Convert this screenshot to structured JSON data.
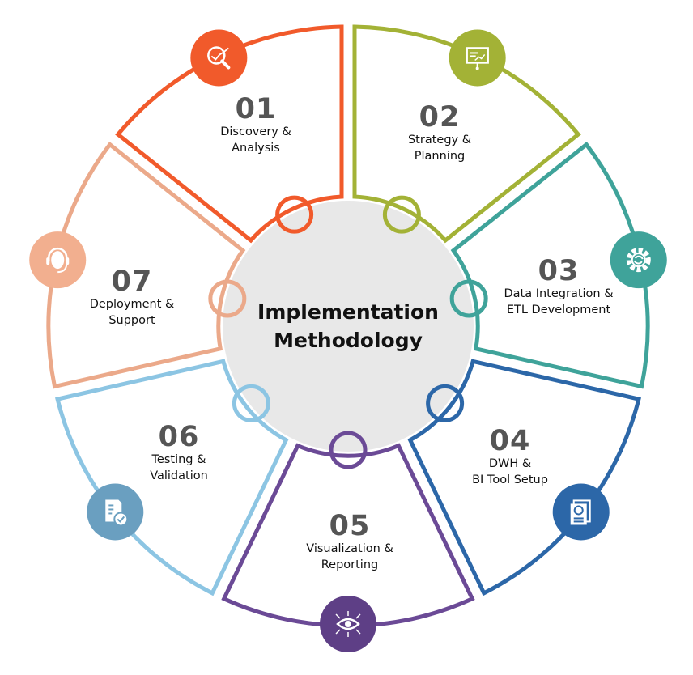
{
  "title": {
    "line1": "Implementation",
    "line2": "Methodology"
  },
  "center_color": "#e8e8e8",
  "steps": [
    {
      "number": "01",
      "line1": "Discovery &",
      "line2": "Analysis",
      "color": "#F15A2B",
      "icon_color": "#F15A2B",
      "icon": "analytics-search-icon"
    },
    {
      "number": "02",
      "line1": "Strategy &",
      "line2": "Planning",
      "color": "#A3B236",
      "icon_color": "#A3B236",
      "icon": "presentation-board-icon"
    },
    {
      "number": "03",
      "line1": "Data Integration &",
      "line2": "ETL Development",
      "color": "#3FA39A",
      "icon_color": "#3FA39A",
      "icon": "gear-sync-icon"
    },
    {
      "number": "04",
      "line1": "DWH &",
      "line2": "BI Tool Setup",
      "color": "#2C67A8",
      "icon_color": "#2C67A8",
      "icon": "report-documents-icon"
    },
    {
      "number": "05",
      "line1": "Visualization &",
      "line2": "Reporting",
      "color": "#6B4A96",
      "icon_color": "#5E3F86",
      "icon": "eye-network-icon"
    },
    {
      "number": "06",
      "line1": "Testing &",
      "line2": "Validation",
      "color": "#8CC5E3",
      "icon_color": "#6A9FC0",
      "icon": "document-check-icon"
    },
    {
      "number": "07",
      "line1": "Deployment &",
      "line2": "Support",
      "color": "#EBA98A",
      "icon_color": "#F2AF8F",
      "icon": "headset-icon"
    }
  ]
}
